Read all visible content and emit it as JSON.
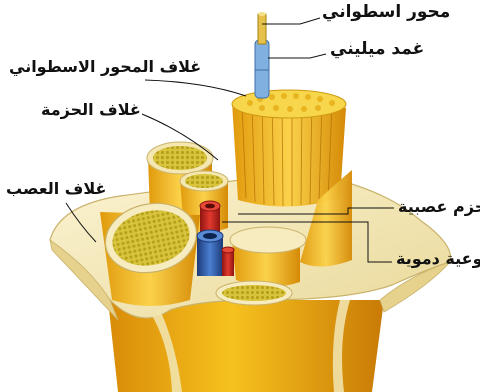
{
  "labels": {
    "axon": "محور اسطواني",
    "myelin_sheath": "غمد ميليني",
    "endoneurium": "غلاف المحور الاسطواني",
    "perineurium": "غلاف الحزمة",
    "epineurium": "غلاف العصب",
    "fascicles": "حزم عصبية",
    "blood_vessels": "أوعية دموية"
  },
  "colors": {
    "nerve_yellow": "#f2c21a",
    "nerve_dark": "#c98a06",
    "fascicle_face": "#d9c33a",
    "sheath": "#f7ecc0",
    "artery": "#d42a22",
    "vein": "#2f5fa8",
    "axon_blue": "#5b9bd5"
  }
}
